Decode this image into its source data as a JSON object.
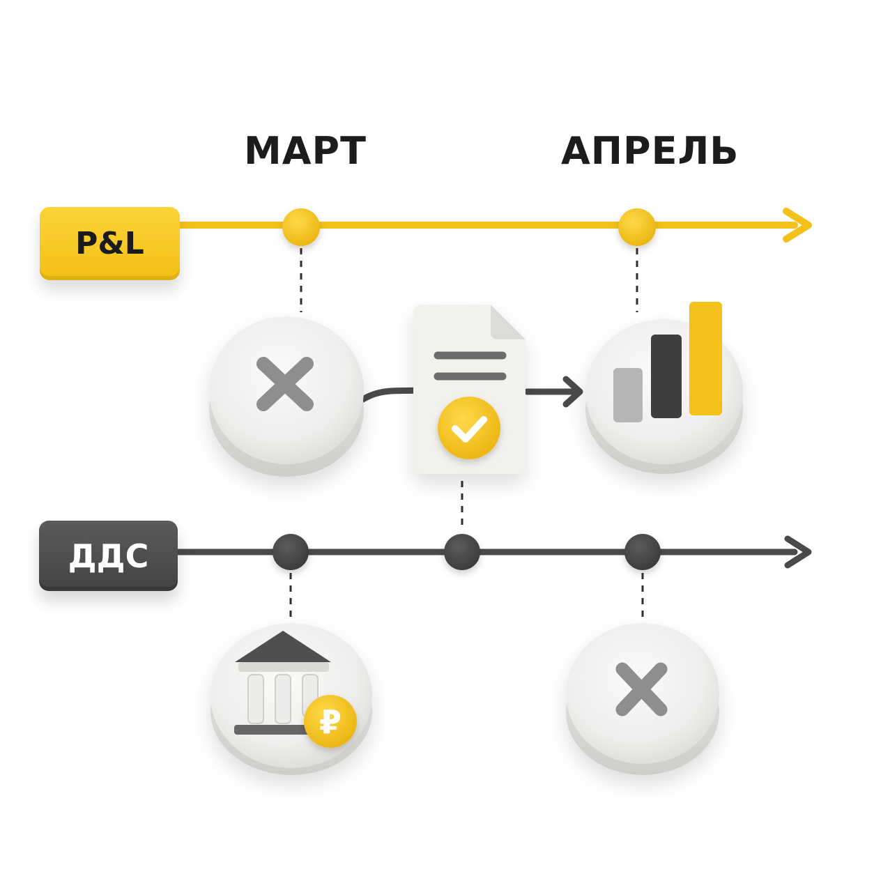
{
  "months": {
    "march": "МАРТ",
    "april": "АПРЕЛЬ"
  },
  "timelines": {
    "pl": {
      "label": "P&L",
      "color": "#f5c518"
    },
    "dds": {
      "label": "ДДС",
      "color": "#4a4a4a"
    }
  },
  "icons": {
    "pl_march": "cross-icon",
    "document": "document-check-icon",
    "pl_april": "bar-chart-icon",
    "dds_march": "bank-ruble-icon",
    "dds_april": "cross-icon"
  },
  "currency_symbol": "₽",
  "colors": {
    "accent": "#f5c518",
    "dark": "#4a4a4a",
    "disc": "#f1f0ee",
    "cross": "#8e8e8e"
  }
}
